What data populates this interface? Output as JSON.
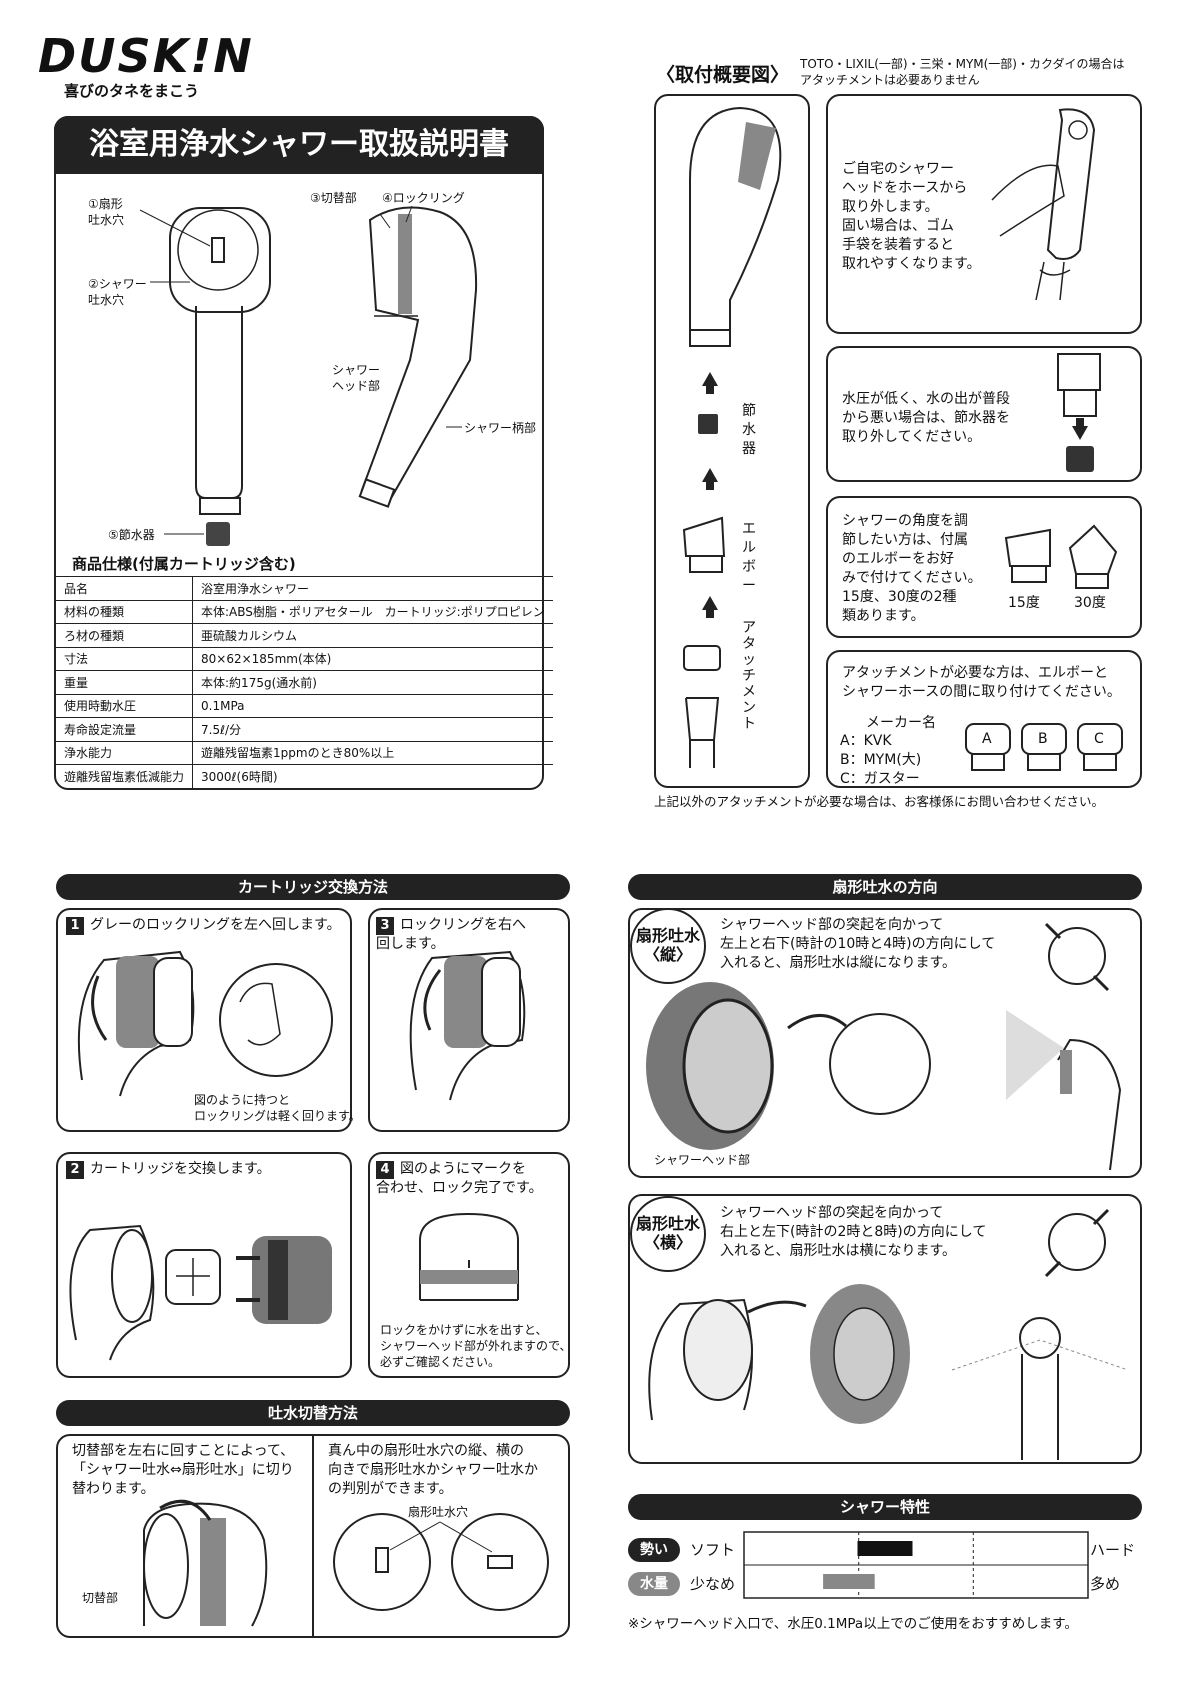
{
  "brand": {
    "logo": "DUSK!N",
    "tagline": "喜びのタネをまこう"
  },
  "manual_title": "浴室用浄水シャワー取扱説明書",
  "parts": {
    "fan_hole": "①扇形\n吐水穴",
    "shower_hole": "②シャワー\n吐水穴",
    "switch": "③切替部",
    "lock_ring": "④ロックリング",
    "head": "シャワー\nヘッド部",
    "handle": "シャワー柄部",
    "saver": "⑤節水器"
  },
  "spec": {
    "title": "商品仕様(付属カートリッジ含む)",
    "rows": [
      {
        "k": "品名",
        "v": "浴室用浄水シャワー"
      },
      {
        "k": "材料の種類",
        "v": "本体:ABS樹脂・ポリアセタール　カートリッジ:ポリプロピレン"
      },
      {
        "k": "ろ材の種類",
        "v": "亜硫酸カルシウム"
      },
      {
        "k": "寸法",
        "v": "80×62×185mm(本体)"
      },
      {
        "k": "重量",
        "v": "本体:約175g(通水前)"
      },
      {
        "k": "使用時動水圧",
        "v": "0.1MPa"
      },
      {
        "k": "寿命設定流量",
        "v": "7.5ℓ/分"
      },
      {
        "k": "浄水能力",
        "v": "遊離残留塩素1ppmのとき80%以上"
      },
      {
        "k": "遊離残留塩素低減能力",
        "v": "3000ℓ(6時間)"
      }
    ]
  },
  "install": {
    "title": "〈取付概要図〉",
    "note": "TOTO・LIXIL(一部)・三栄・MYM(一部)・カクダイの場合は\nアタッチメントは必要ありません",
    "v_saver": "節\n水\n器",
    "v_elbow": "エ\nル\nボ\nー",
    "v_attach": "ア\nタ\nッ\nチ\nメ\nン\nト",
    "step1": "ご自宅のシャワー\nヘッドをホースから\n取り外します。\n固い場合は、ゴム\n手袋を装着すると\n取れやすくなります。",
    "step2": "水圧が低く、水の出が普段\nから悪い場合は、節水器を\n取り外してください。",
    "step3": "シャワーの角度を調\n節したい方は、付属\nのエルボーをお好\nみで付けてください。\n15度、30度の2種\n類あります。",
    "deg15": "15度",
    "deg30": "30度",
    "step4": "アタッチメントが必要な方は、エルボーと\nシャワーホースの間に取り付けてください。",
    "maker_title": "メーカー名",
    "makers": "A：KVK\nB：MYM(大)\nC：ガスター",
    "labels": [
      "A",
      "B",
      "C"
    ],
    "footer": "上記以外のアタッチメントが必要な場合は、お客様係にお問い合わせください。"
  },
  "cartridge": {
    "title": "カートリッジ交換方法",
    "s1_num": "1",
    "s1": "グレーのロックリングを左へ回します。",
    "s1_note": "図のように持つと\nロックリングは軽く回ります。",
    "s2_num": "2",
    "s2": "カートリッジを交換します。",
    "s3_num": "3",
    "s3": "ロックリングを右へ\n回します。",
    "s4_num": "4",
    "s4": "図のようにマークを\n合わせ、ロック完了です。",
    "s4_note": "ロックをかけずに水を出すと、\nシャワーヘッド部が外れますので、\n必ずご確認ください。"
  },
  "switching": {
    "title": "吐水切替方法",
    "left": "切替部を左右に回すことによって、\n「シャワー吐水⇔扇形吐水」に切り\n替わります。",
    "left_label": "切替部",
    "right": "真ん中の扇形吐水穴の縦、横の\n向きで扇形吐水かシャワー吐水か\nの判別ができます。",
    "right_label": "扇形吐水穴"
  },
  "fan": {
    "title": "扇形吐水の方向",
    "v_badge": "扇形吐水\n〈縦〉",
    "v_text": "シャワーヘッド部の突起を向かって\n左上と右下(時計の10時と4時)の方向にして\n入れると、扇形吐水は縦になります。",
    "v_label": "シャワーヘッド部",
    "h_badge": "扇形吐水\n〈横〉",
    "h_text": "シャワーヘッド部の突起を向かって\n右上と左下(時計の2時と8時)の方向にして\n入れると、扇形吐水は横になります。"
  },
  "characteristics": {
    "title": "シャワー特性",
    "r1_badge": "勢い",
    "r1_left": "ソフト",
    "r1_right": "ハード",
    "r2_badge": "水量",
    "r2_left": "少なめ",
    "r2_right": "多め",
    "note": "※シャワーヘッド入口で、水圧0.1MPa以上でのご使用をおすすめします。"
  },
  "chart_data": {
    "type": "bar",
    "categories": [
      "勢い",
      "水量"
    ],
    "ranges": [
      [
        0.33,
        0.49
      ],
      [
        0.23,
        0.38
      ]
    ],
    "colors": [
      "#111111",
      "#888888"
    ]
  }
}
